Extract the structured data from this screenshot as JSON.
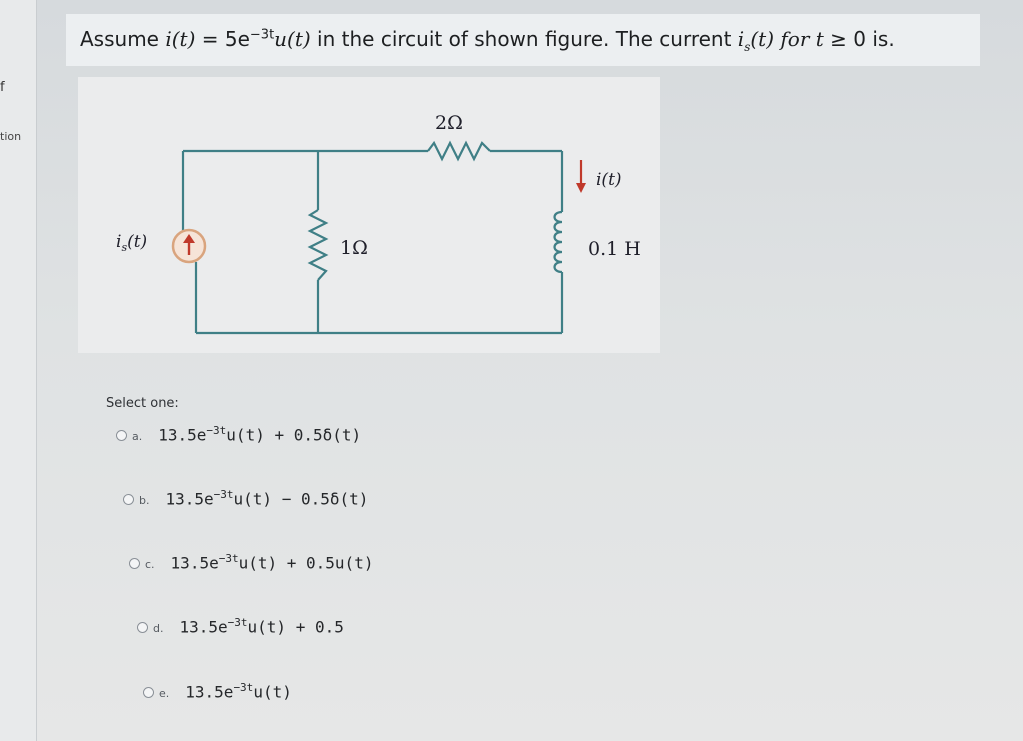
{
  "side": {
    "mark": "f",
    "label": "tion"
  },
  "question": {
    "pre": "Assume ",
    "i_of_t": "i(t)",
    "eq": " = 5e",
    "exp": "−3t",
    "u_of_t": "u(t)",
    "mid": " in the circuit of shown figure. The current ",
    "is_of_t": "i",
    "is_sub": "s",
    "is_arg": "(t)",
    "for_t": " for t",
    "cond": " ≥ 0 is."
  },
  "figure": {
    "r_top": "2Ω",
    "r_mid": "1Ω",
    "source": "i",
    "source_sub": "s",
    "source_arg": "(t)",
    "current": "i(t)",
    "inductor": "0.1 H"
  },
  "select_label": "Select one:",
  "options": [
    {
      "letter": "a.",
      "base": "13.5e",
      "exp": "−3t",
      "tail": "u(t) + 0.5δ(t)"
    },
    {
      "letter": "b.",
      "base": "13.5e",
      "exp": "−3t",
      "tail": "u(t) − 0.5δ(t)"
    },
    {
      "letter": "c.",
      "base": "13.5e",
      "exp": "−3t",
      "tail": "u(t) + 0.5u(t)"
    },
    {
      "letter": "d.",
      "base": "13.5e",
      "exp": "−3t",
      "tail": "u(t) + 0.5"
    },
    {
      "letter": "e.",
      "base": "13.5e",
      "exp": "−3t",
      "tail": "u(t)"
    }
  ]
}
